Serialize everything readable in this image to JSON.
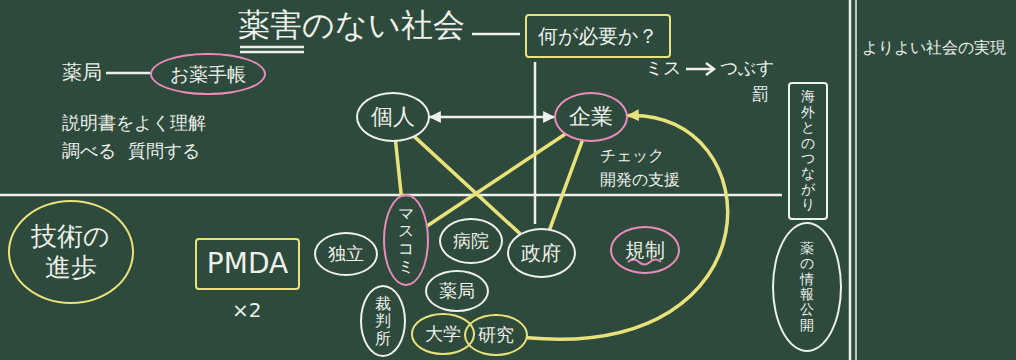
{
  "diagram": {
    "title": "薬害のない社会",
    "nodes": [
      {
        "text": [
          "何が必要か？"
        ]
      },
      {
        "text": [
          "お薬手帳"
        ]
      },
      {
        "text": [
          "個人"
        ]
      },
      {
        "text": [
          "企業"
        ]
      },
      {
        "text": [
          "海外とのつながり"
        ]
      },
      {
        "text": [
          "技術の進歩"
        ]
      },
      {
        "text": [
          "PMDA"
        ]
      },
      {
        "text": [
          "マスコミ"
        ]
      },
      {
        "text": [
          "病院"
        ]
      },
      {
        "text": [
          "独立"
        ]
      },
      {
        "text": [
          "政府"
        ]
      },
      {
        "text": [
          "規制"
        ]
      },
      {
        "text": [
          "薬の情報公開"
        ]
      },
      {
        "text": [
          "裁判所"
        ]
      },
      {
        "text": [
          "薬局"
        ]
      },
      {
        "text": [
          "大学"
        ]
      },
      {
        "text": [
          "研究"
        ]
      }
    ],
    "edges": [
      {
        "from": 2,
        "to": 3,
        "arrow": "both"
      },
      {
        "from": 2,
        "to": 7,
        "arrow": "none"
      },
      {
        "from": 2,
        "to": 10,
        "arrow": "none"
      },
      {
        "from": 3,
        "to": 7,
        "arrow": "none"
      },
      {
        "from": 3,
        "to": 10,
        "arrow": "none"
      },
      {
        "from": 16,
        "to": 3,
        "arrow": "to"
      }
    ],
    "labels": [
      "よりよい社会の実現",
      "薬局",
      "説明書をよく理解",
      "調べる",
      "質問する",
      "ミス",
      "つぶす",
      "罰",
      "チェック",
      "開発の支援",
      "×2"
    ]
  }
}
